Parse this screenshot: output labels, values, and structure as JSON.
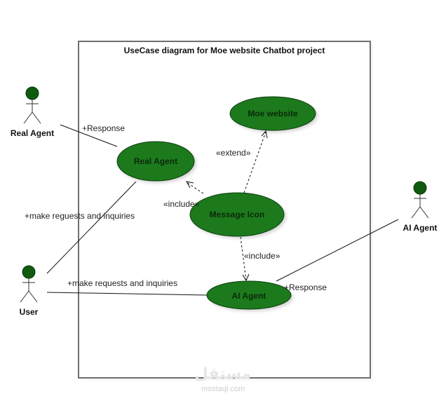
{
  "diagram": {
    "title": "UseCase diagram for Moe website Chatbot project",
    "colors": {
      "usecase_fill": "#1a7a1a",
      "usecase_stroke": "#0d3d0d",
      "actor_head": "#0f5a0f",
      "boundary": "#6e6e6e"
    },
    "actors": {
      "real_agent": "Real Agent",
      "user": "User",
      "ai_agent": "AI Agent"
    },
    "usecases": {
      "moe_website": "Moe website",
      "real_agent": "Real Agent",
      "message_icon": "Message Icon",
      "ai_agent": "AI Agent"
    },
    "labels": {
      "real_agent_response": "+Response",
      "user_real_agent": "+make reguests and inquiries",
      "user_ai_agent": "+make requests and inquiries",
      "ai_agent_response": "+Response",
      "extend": "«extend»",
      "include_real": "«include»",
      "include_ai": "«include»"
    },
    "watermark": {
      "arabic": "مستقل",
      "latin": "mostaql.com"
    }
  }
}
